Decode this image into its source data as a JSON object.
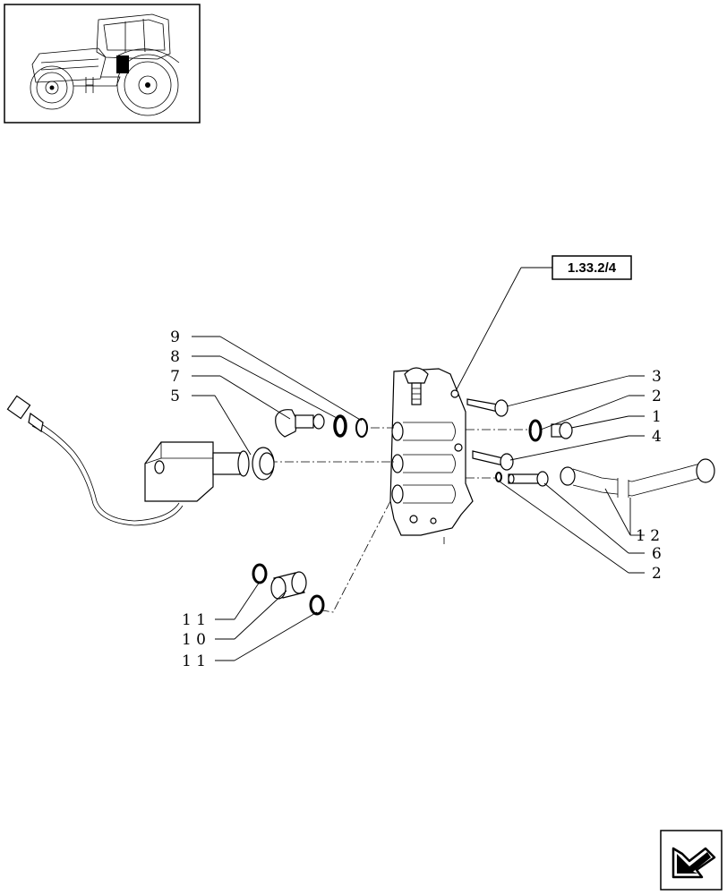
{
  "reference_box": {
    "label": "1.33.2/4"
  },
  "callouts": {
    "n3": "3",
    "n2a": "2",
    "n1": "1",
    "n4": "4",
    "n12": "1 2",
    "n6": "6",
    "n2b": "2",
    "n9": "9",
    "n8": "8",
    "n7": "7",
    "n5": "5",
    "n11a": "1 1",
    "n10": "1 0",
    "n11b": "1 1"
  },
  "thumbnail": {
    "icon": "tractor-thumbnail"
  },
  "nav": {
    "icon": "next-page-arrow-icon"
  }
}
